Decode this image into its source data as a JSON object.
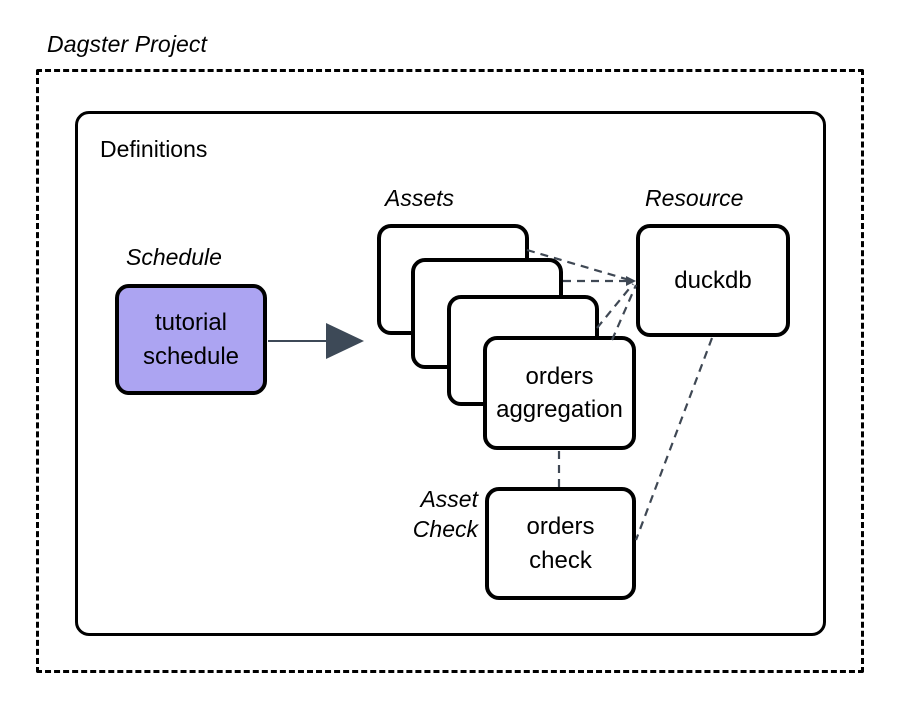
{
  "diagram": {
    "title": "Dagster Project",
    "container": {
      "outer_label": "Dagster Project",
      "inner_label": "Definitions"
    },
    "group_labels": {
      "assets": "Assets",
      "resource": "Resource",
      "schedule": "Schedule",
      "asset_check_line1": "Asset",
      "asset_check_line2": "Check"
    },
    "nodes": {
      "schedule": {
        "line1": "tutorial",
        "line2": "schedule",
        "fill": "#aca4f2"
      },
      "asset_stack_front": {
        "line1": "orders",
        "line2": "aggregation",
        "fill": "#ffffff"
      },
      "resource": {
        "line1": "duckdb",
        "fill": "#ffffff"
      },
      "asset_check": {
        "line1": "orders",
        "line2": "check",
        "fill": "#ffffff"
      }
    },
    "colors": {
      "stroke": "#000000",
      "schedule_fill": "#aca4f2",
      "arrow": "#3d4957",
      "dashed_edge": "#3f4854",
      "background": "#ffffff"
    },
    "edges": [
      {
        "from": "asset-card-1",
        "to": "duckdb",
        "style": "dashed"
      },
      {
        "from": "asset-card-2",
        "to": "duckdb",
        "style": "dashed"
      },
      {
        "from": "asset-card-3",
        "to": "duckdb",
        "style": "dashed"
      },
      {
        "from": "asset-card-4",
        "to": "duckdb",
        "style": "dashed"
      },
      {
        "from": "duckdb",
        "to": "orders-check",
        "style": "dashed"
      },
      {
        "from": "orders-aggregation",
        "to": "orders-check",
        "style": "dashed"
      },
      {
        "from": "tutorial-schedule",
        "to": "assets",
        "style": "solid-arrow"
      }
    ]
  }
}
